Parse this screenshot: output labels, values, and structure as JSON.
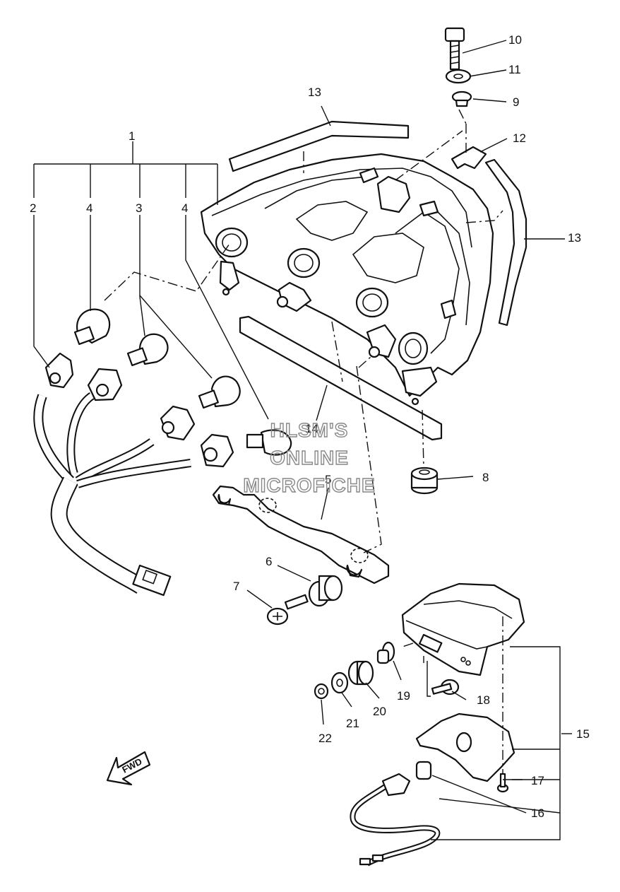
{
  "watermark": [
    "HLSM'S",
    "ONLINE",
    "MICROFICHE"
  ],
  "fwd_label": "FWD",
  "part_labels": {
    "p1": "1",
    "p2": "2",
    "p3": "3",
    "p4a": "4",
    "p4b": "4",
    "p5": "5",
    "p6": "6",
    "p7": "7",
    "p8": "8",
    "p9": "9",
    "p10": "10",
    "p11": "11",
    "p12": "12",
    "p13a": "13",
    "p13b": "13",
    "p14": "14",
    "p15": "15",
    "p16": "16",
    "p17": "17",
    "p18": "18",
    "p19": "19",
    "p20": "20",
    "p21": "21",
    "p22": "22"
  }
}
